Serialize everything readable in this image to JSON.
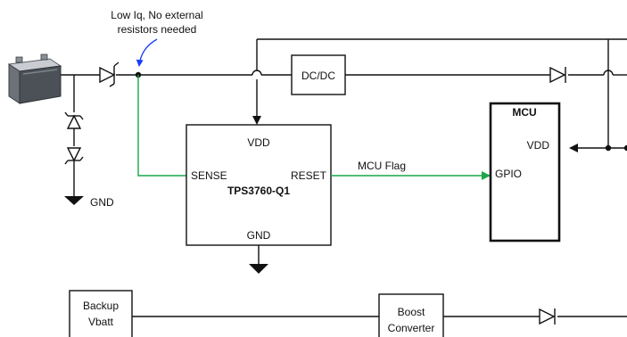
{
  "annotation": {
    "line1": "Low Iq, No external",
    "line2": "resistors needed"
  },
  "ground_left": "GND",
  "dcdc": "DC/DC",
  "supervisor": {
    "vdd": "VDD",
    "sense": "SENSE",
    "reset": "RESET",
    "name": "TPS3760-Q1",
    "gnd": "GND"
  },
  "flag": "MCU Flag",
  "mcu": {
    "title": "MCU",
    "vdd": "VDD",
    "gpio": "GPIO"
  },
  "backup": {
    "line1": "Backup",
    "line2": "Vbatt"
  },
  "boost": {
    "line1": "Boost",
    "line2": "Converter"
  },
  "colors": {
    "wire": "#111111",
    "sense_wire": "#1aa64a",
    "annotation_arrow": "#1a3cff"
  }
}
